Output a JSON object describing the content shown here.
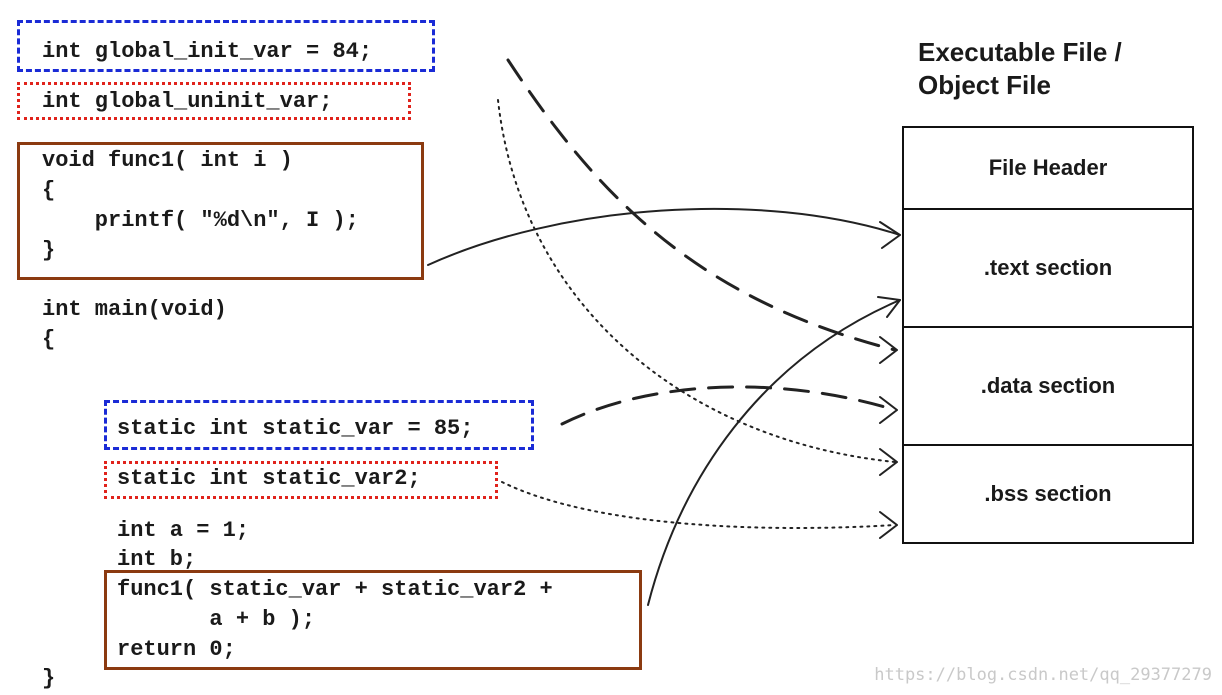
{
  "code": {
    "global_init": "int global_init_var = 84;",
    "global_uninit": "int global_uninit_var;",
    "func1_lines": [
      "void func1( int i )",
      "{",
      "    printf( \"%d\\n\", I );",
      "}"
    ],
    "main_sig": "int main(void)",
    "main_open": "{",
    "static_init": "static int static_var = 85;",
    "static_uninit": "static int static_var2;",
    "local_a": "int a = 1;",
    "local_b": "int b;",
    "call_line1": "func1( static_var + static_var2 +",
    "call_line2": "       a + b );",
    "return_line": "return 0;",
    "main_close": "}"
  },
  "executable": {
    "title_line1": "Executable File /",
    "title_line2": "Object File",
    "sections": [
      "File Header",
      ".text section",
      ".data section",
      ".bss section"
    ]
  },
  "watermark": "https://blog.csdn.net/qq_29377279",
  "colors": {
    "initialized_data_box": "#1a2bd6",
    "uninitialized_data_box": "#e0231c",
    "code_box": "#8b3a10"
  }
}
